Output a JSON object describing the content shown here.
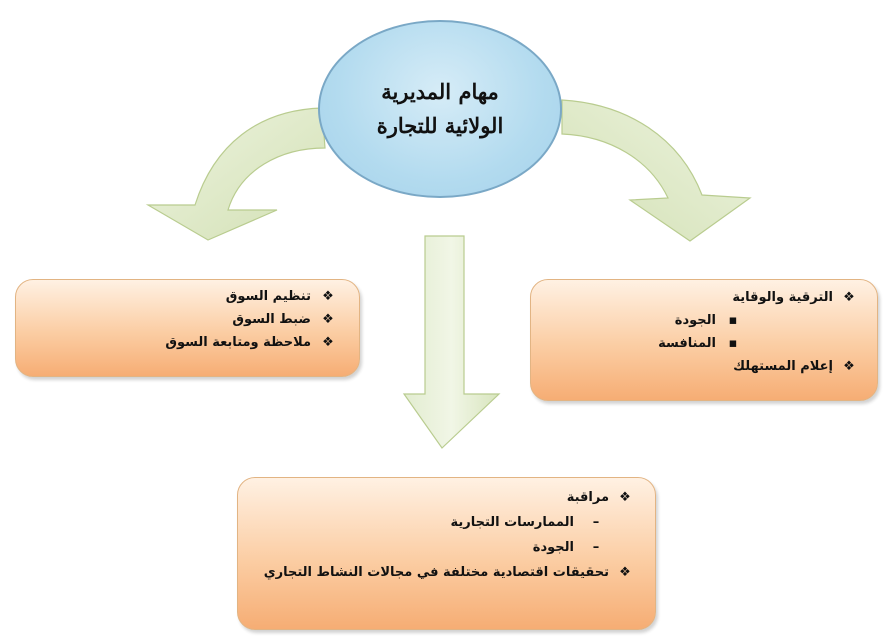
{
  "center": {
    "line1": "مهام المديرية",
    "line2": "الولائية للتجارة"
  },
  "markers": {
    "main": "❖",
    "square": "▪",
    "dash": "–"
  },
  "left_box": {
    "items": [
      "تنظيم السوق",
      "ضبط السوق",
      "ملاحظة ومتابعة السوق"
    ]
  },
  "right_box": {
    "item1": "الترقية والوقاية",
    "sub1": "الجودة",
    "sub2": "المنافسة",
    "item2": "إعلام المستهلك"
  },
  "bottom_box": {
    "item1": "مراقبة",
    "sub1": "الممارسات  التجارية",
    "sub2": "الجودة",
    "item2": "تحقيقات اقتصادية مختلفة  في مجالات النشاط التجاري"
  },
  "colors": {
    "arrow_fill": "#d7e4bd",
    "arrow_stroke": "#b9cc8f",
    "ellipse_fill": "#b3dbef",
    "box_fill": "#fbcda3"
  }
}
